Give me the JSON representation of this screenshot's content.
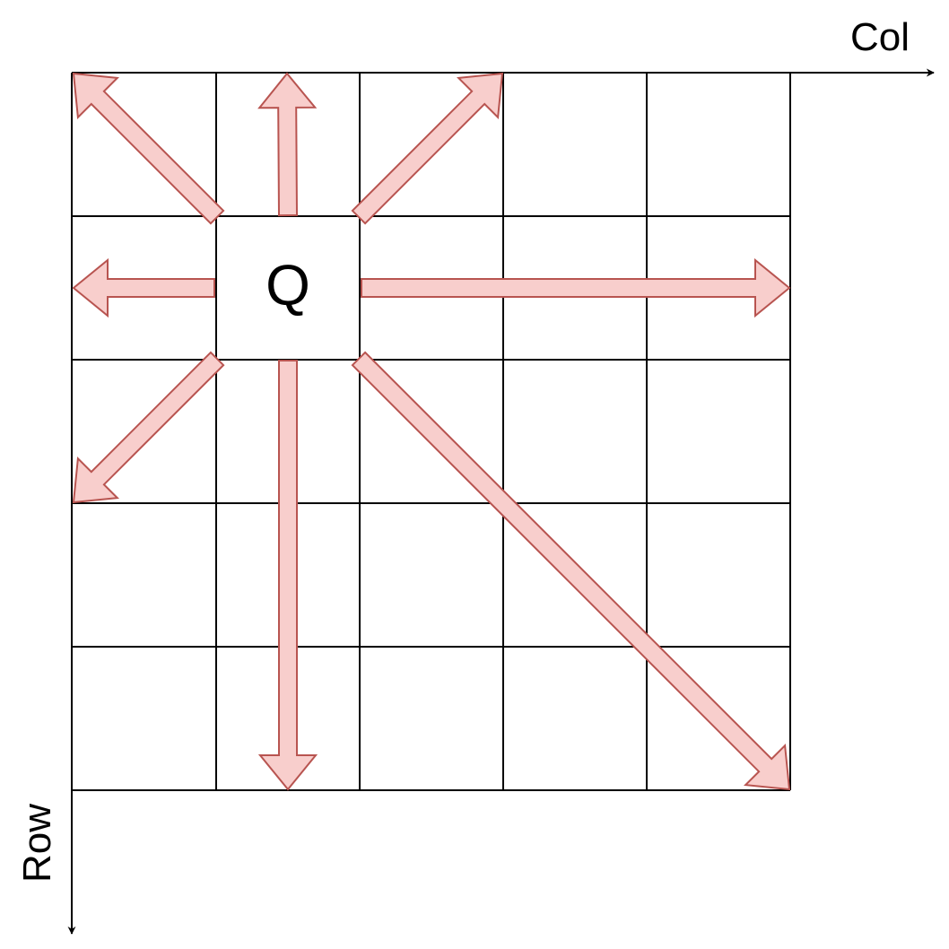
{
  "board": {
    "rows": 5,
    "cols": 5,
    "queen": {
      "row": 1,
      "col": 1,
      "label": "Q"
    }
  },
  "axes": {
    "col_label": "Col",
    "row_label": "Row"
  },
  "colors": {
    "arrow_fill": "#f8cecc",
    "arrow_stroke": "#b85450",
    "grid_line": "#000000"
  },
  "attack_arrows": [
    {
      "direction": "up-left"
    },
    {
      "direction": "up"
    },
    {
      "direction": "up-right"
    },
    {
      "direction": "left"
    },
    {
      "direction": "right"
    },
    {
      "direction": "down-left"
    },
    {
      "direction": "down"
    },
    {
      "direction": "down-right"
    }
  ]
}
